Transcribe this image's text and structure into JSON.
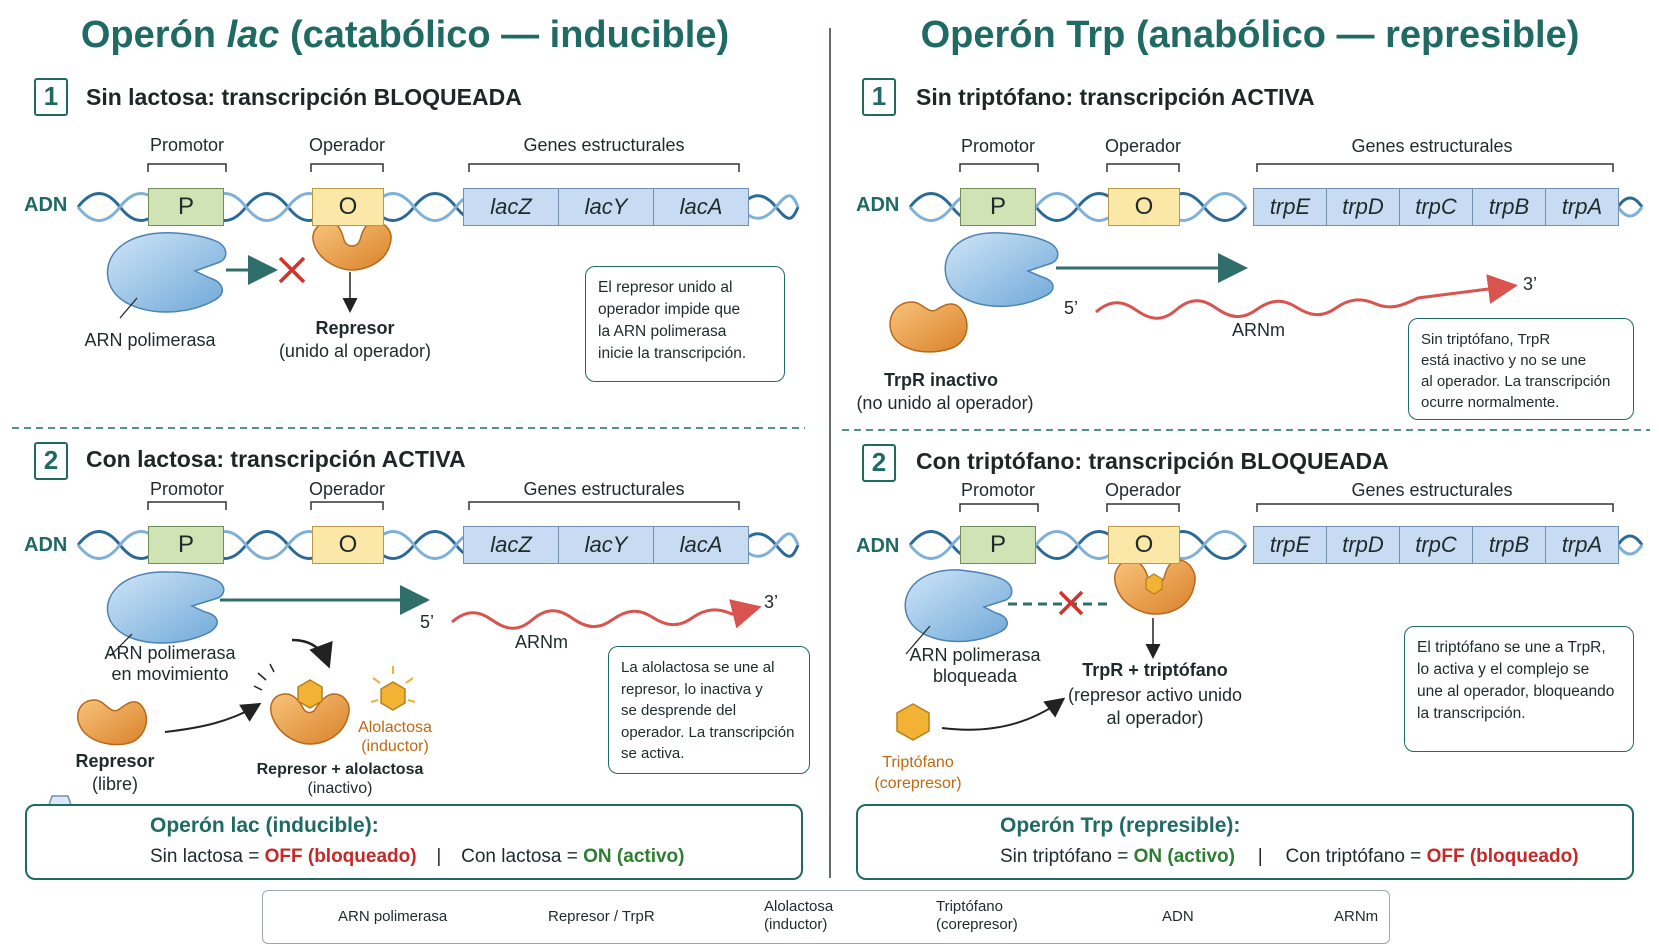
{
  "left": {
    "title_pre": "Operón ",
    "title_em": "lac",
    "title_post": " (catabólico — inducible)",
    "s1": {
      "num": "1",
      "heading": "Sin lactosa: transcripción BLOQUEADA",
      "promotor": "Promotor",
      "operador": "Operador",
      "genes_label": "Genes estructurales",
      "adn": "ADN",
      "p": "P",
      "o": "O",
      "genes": [
        "lacZ",
        "lacY",
        "lacA"
      ],
      "polimerasa": "ARN polimerasa",
      "represor": "Represor",
      "represor_sub": "(unido al operador)",
      "note": [
        "El represor unido al",
        "operador impide que",
        "la ARN polimerasa",
        "inicie la transcripción."
      ]
    },
    "s2": {
      "num": "2",
      "heading": "Con lactosa: transcripción ACTIVA",
      "promotor": "Promotor",
      "operador": "Operador",
      "genes_label": "Genes estructurales",
      "adn": "ADN",
      "p": "P",
      "o": "O",
      "genes": [
        "lacZ",
        "lacY",
        "lacA"
      ],
      "five": "5’",
      "three": "3’",
      "arnm": "ARNm",
      "polimerasa": [
        "ARN polimerasa",
        "en movimiento"
      ],
      "represor": [
        "Represor",
        "(libre)"
      ],
      "complejo": [
        "Represor + alolactosa",
        "(inactivo)"
      ],
      "alolactosa": [
        "Alolactosa",
        "(inductor)"
      ],
      "note": [
        "La alolactosa se une al",
        "represor, lo inactiva y",
        "se desprende del",
        "operador. La transcripción",
        "se activa."
      ]
    },
    "summary": {
      "title": "Operón lac (inducible):",
      "a_pre": "Sin lactosa = ",
      "a_val": "OFF (bloqueado)",
      "sep": "|",
      "b_pre": "Con lactosa = ",
      "b_val": "ON (activo)"
    }
  },
  "right": {
    "title": "Operón Trp (anabólico — represible)",
    "s1": {
      "num": "1",
      "heading": "Sin triptófano: transcripción ACTIVA",
      "promotor": "Promotor",
      "operador": "Operador",
      "genes_label": "Genes estructurales",
      "adn": "ADN",
      "p": "P",
      "o": "O",
      "genes": [
        "trpE",
        "trpD",
        "trpC",
        "trpB",
        "trpA"
      ],
      "five": "5’",
      "three": "3’",
      "arnm": "ARNm",
      "trpr": "TrpR inactivo",
      "trpr_sub": "(no unido al operador)",
      "note": [
        "Sin triptófano, TrpR",
        "está inactivo y no se une",
        "al operador. La transcripción",
        "ocurre normalmente."
      ]
    },
    "s2": {
      "num": "2",
      "heading": "Con triptófano: transcripción BLOQUEADA",
      "promotor": "Promotor",
      "operador": "Operador",
      "genes_label": "Genes estructurales",
      "adn": "ADN",
      "p": "P",
      "o": "O",
      "genes": [
        "trpE",
        "trpD",
        "trpC",
        "trpB",
        "trpA"
      ],
      "polimerasa": [
        "ARN polimerasa",
        "bloqueada"
      ],
      "complejo": "TrpR + triptófano",
      "complejo_sub": [
        "(represor activo unido",
        "al operador)"
      ],
      "triptofano": [
        "Triptófano",
        "(corepresor)"
      ],
      "note": [
        "El triptófano se une a TrpR,",
        "lo activa y el complejo se",
        "une al operador, bloqueando",
        "la transcripción."
      ]
    },
    "summary": {
      "title": "Operón Trp (represible):",
      "a_pre": "Sin triptófano = ",
      "a_val": "ON (activo)",
      "sep": "|",
      "b_pre": "Con triptófano = ",
      "b_val": "OFF (bloqueado)"
    }
  },
  "legend": {
    "polimerasa": "ARN polimerasa",
    "represor": "Represor / TrpR",
    "alolactosa": [
      "Alolactosa",
      "(inductor)"
    ],
    "triptofano": [
      "Triptófano",
      "(corepresor)"
    ],
    "adn": "ADN",
    "arnm": "ARNm"
  },
  "colors": {
    "teal": "#1f6b63",
    "off": "#c62828",
    "on": "#2e7d32",
    "polimerasa": "#8fbfe6",
    "represor": "#eea04a",
    "hexagon": "#f2b234",
    "mrna": "#d9534f"
  }
}
